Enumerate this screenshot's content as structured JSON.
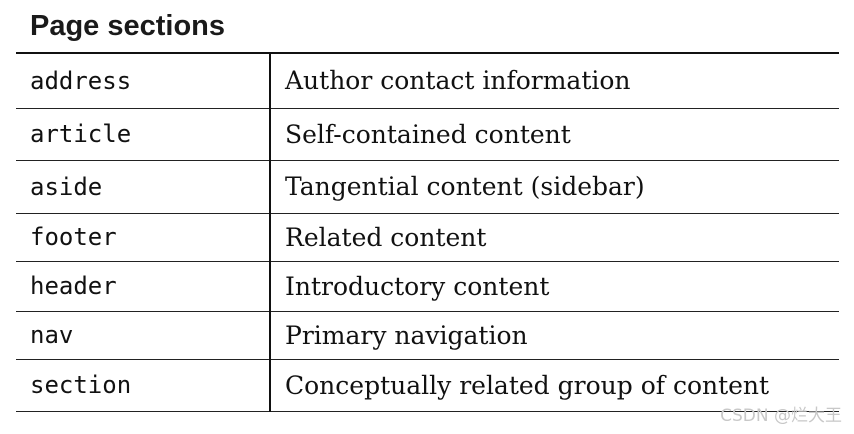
{
  "title": "Page sections",
  "table": {
    "rows": [
      {
        "term": "address",
        "description": "Author contact information"
      },
      {
        "term": "article",
        "description": "Self-contained content"
      },
      {
        "term": "aside",
        "description": "Tangential content (sidebar)"
      },
      {
        "term": "footer",
        "description": "Related content"
      },
      {
        "term": "header",
        "description": "Introductory content"
      },
      {
        "term": "nav",
        "description": "Primary navigation"
      },
      {
        "term": "section",
        "description": "Conceptually related group of content"
      }
    ]
  },
  "watermark": "CSDN @烂大王"
}
